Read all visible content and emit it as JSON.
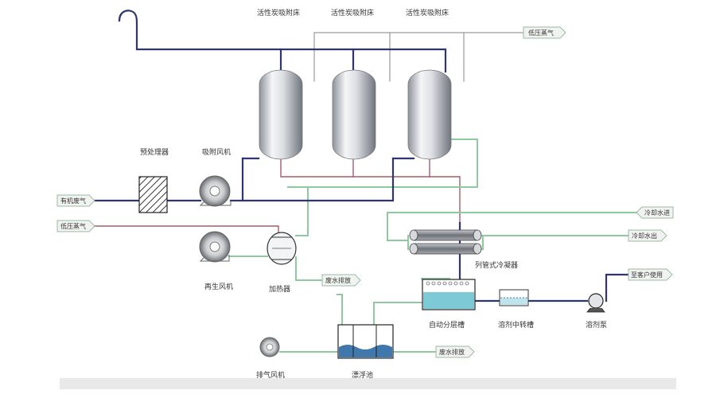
{
  "colors": {
    "pipe_exhaust": "#2e3570",
    "pipe_steam": "#a35c6b",
    "pipe_water": "#8fc9a0",
    "pipe_grey": "#9a9a9a",
    "liquid": "#7dc9d6",
    "liquid_dark": "#1f5f9e",
    "tag_fill": "#f1f3f1",
    "tag_stroke": "#9bbba4"
  },
  "labels": {
    "adsorber_1": "活性炭吸附床",
    "adsorber_2": "活性炭吸附床",
    "adsorber_3": "活性炭吸附床",
    "filter": "预处理器",
    "suction_fan": "吸附风机",
    "regen_fan": "再生风机",
    "heater": "加热器",
    "condenser": "列管式冷凝器",
    "separator": "自动分层槽",
    "solvent_tank": "溶剂中转槽",
    "solvent_pump": "溶剂泵",
    "exhaust_fan": "排气风机",
    "settling_tank": "漂浮池"
  },
  "tags": {
    "steam_in_top": "低压蒸气",
    "exhaust_in": "有机废气",
    "steam_in_left": "低压蒸气",
    "cool_water_in": "冷却水进",
    "cool_water_out": "冷却水出",
    "wastewater_1": "废水排放",
    "wastewater_2": "废水排放",
    "to_customer": "至客户使用"
  }
}
